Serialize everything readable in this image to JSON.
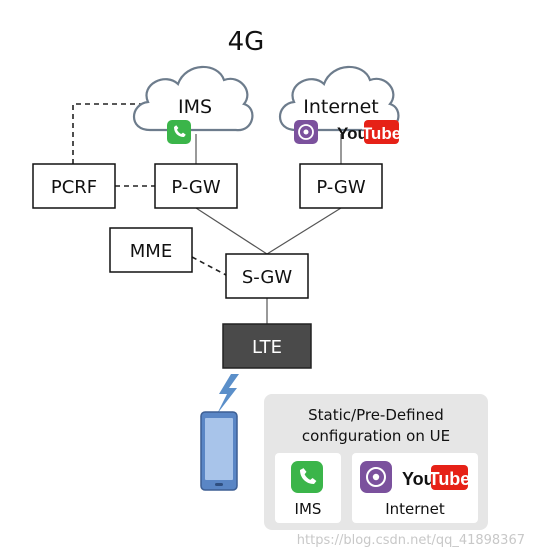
{
  "diagram": {
    "title": "4G",
    "clouds": {
      "ims": "IMS",
      "internet": "Internet"
    },
    "nodes": {
      "pcrf": "PCRF",
      "pgw_left": "P-GW",
      "pgw_right": "P-GW",
      "mme": "MME",
      "sgw": "S-GW",
      "lte": "LTE"
    },
    "brands": {
      "youtube_left": "You",
      "youtube_right": "Tube"
    },
    "config_panel": {
      "title_line1": "Static/Pre-Defined",
      "title_line2": "configuration on UE",
      "cards": {
        "ims": "IMS",
        "internet": "Internet"
      }
    },
    "watermark": "https://blog.csdn.net/qq_41898367"
  },
  "colors": {
    "phone_green": "#3bb54a",
    "viber_purple": "#7b519d",
    "youtube_red": "#e62117",
    "lte_box": "#4a4a4a",
    "panel_gray": "#e6e6e6",
    "device_blue": "#5a86c5",
    "lightning": "#5b8fc9"
  },
  "icons": [
    "phone-icon",
    "viber-icon",
    "youtube-logo",
    "lightning-icon",
    "smartphone-icon",
    "cloud-icon"
  ]
}
